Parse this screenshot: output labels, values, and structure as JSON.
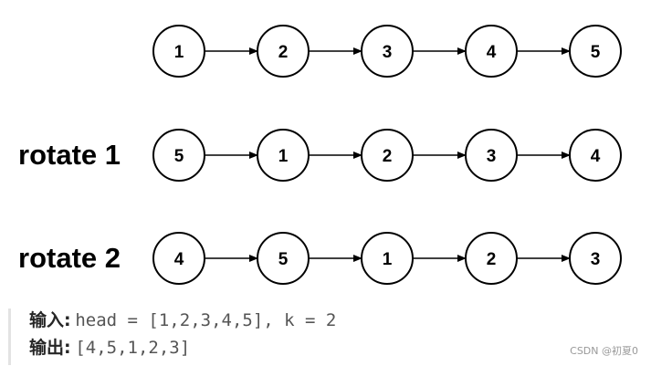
{
  "diagram": {
    "rows": [
      {
        "label": "",
        "nodes": [
          "1",
          "2",
          "3",
          "4",
          "5"
        ]
      },
      {
        "label": "rotate 1",
        "nodes": [
          "5",
          "1",
          "2",
          "3",
          "4"
        ]
      },
      {
        "label": "rotate 2",
        "nodes": [
          "4",
          "5",
          "1",
          "2",
          "3"
        ]
      }
    ]
  },
  "example": {
    "input_label": "输入:",
    "input_value": "head = [1,2,3,4,5], k = 2",
    "output_label": "输出:",
    "output_value": "[4,5,1,2,3]"
  },
  "watermark": "CSDN @初夏0"
}
